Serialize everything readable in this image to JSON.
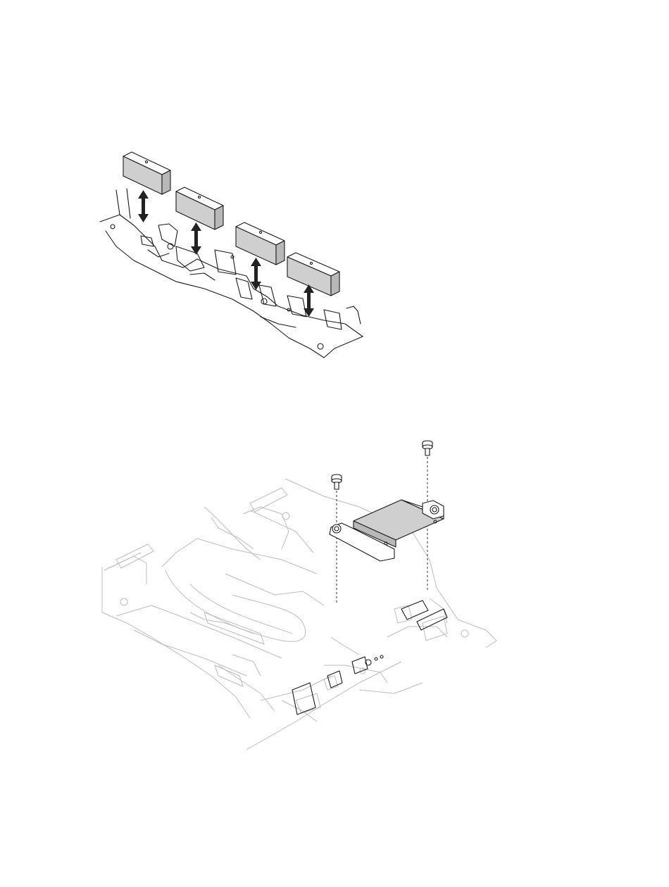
{
  "figures": [
    {
      "id": "top",
      "caption": "",
      "parts": {
        "fillers": 4,
        "arrows": 4
      }
    },
    {
      "id": "bottom",
      "caption": "",
      "parts": {
        "screws": 2,
        "bracket": 1
      }
    }
  ],
  "colors": {
    "line": "#1a1a1a",
    "part_fill": "#cfcfcf",
    "ghost_line": "#bdbdbd",
    "background": "#ffffff"
  }
}
